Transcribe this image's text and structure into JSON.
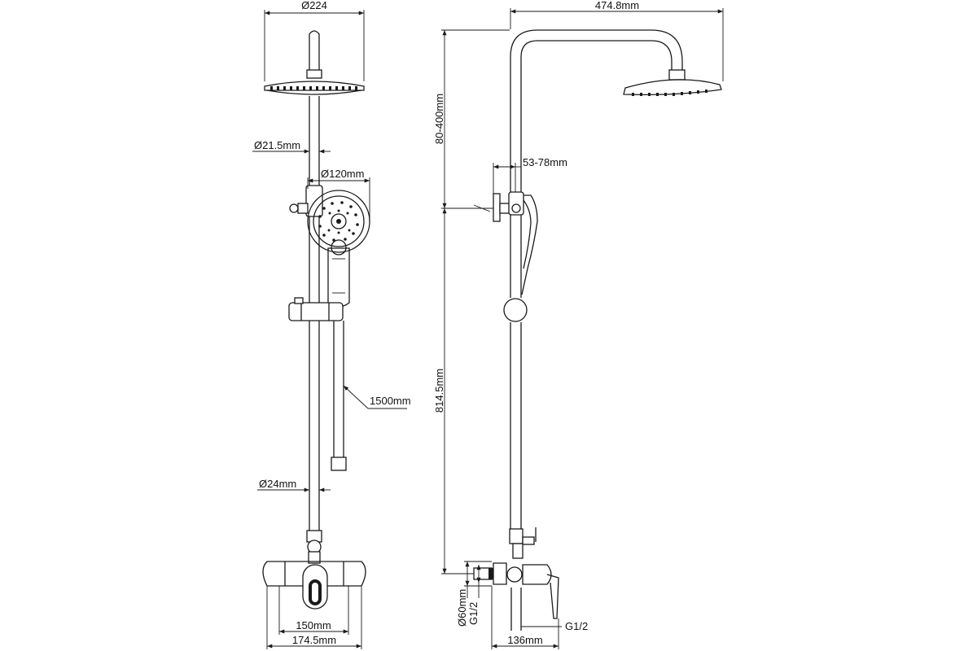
{
  "dimensions": {
    "head_diameter": "Ø224",
    "pipe_top_diameter": "Ø21.5mm",
    "hand_shower_diameter": "Ø120mm",
    "hose_length": "1500mm",
    "pipe_bottom_diameter": "Ø24mm",
    "mixer_center": "150mm",
    "mixer_width": "174.5mm",
    "arm_reach": "474.8mm",
    "height_adjust": "80-400mm",
    "bracket_offset": "53-78mm",
    "riser_height": "814.5mm",
    "eccentric_diameter": "Ø60mm",
    "thread_left": "G1/2",
    "thread_right": "G1/2",
    "wall_offset": "136mm"
  }
}
